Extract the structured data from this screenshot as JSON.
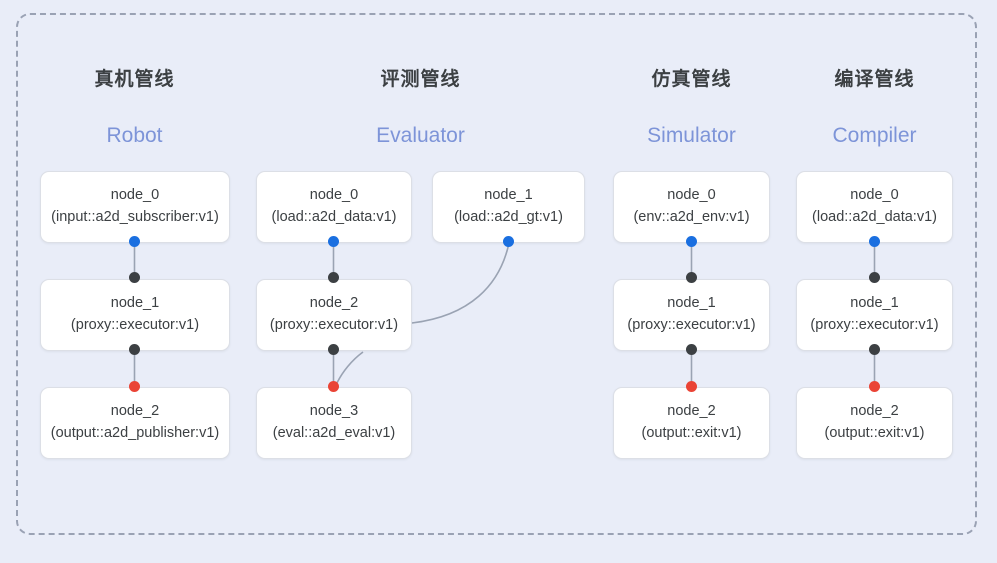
{
  "diagram": {
    "title_visible": false,
    "background_color": "#e9edf8",
    "frame_border_color": "#9aa2b4",
    "node_bg": "#ffffff",
    "node_border": "#dcdfe6",
    "dot_colors": {
      "output_port": "#1a6fe0",
      "input_port": "#3c4043",
      "terminal_port": "#ea4335"
    },
    "edge_color": "#8e97a8"
  },
  "columns": [
    {
      "id": "robot",
      "cn_label": "真机管线",
      "en_label": "Robot",
      "nodes": [
        {
          "name": "node_0",
          "type": "(input::a2d_subscriber:v1)"
        },
        {
          "name": "node_1",
          "type": "(proxy::executor:v1)"
        },
        {
          "name": "node_2",
          "type": "(output::a2d_publisher:v1)"
        }
      ]
    },
    {
      "id": "evaluator",
      "cn_label": "评测管线",
      "en_label": "Evaluator",
      "nodes": [
        {
          "name": "node_0",
          "type": "(load::a2d_data:v1)"
        },
        {
          "name": "node_1",
          "type": "(load::a2d_gt:v1)"
        },
        {
          "name": "node_2",
          "type": "(proxy::executor:v1)"
        },
        {
          "name": "node_3",
          "type": "(eval::a2d_eval:v1)"
        }
      ]
    },
    {
      "id": "simulator",
      "cn_label": "仿真管线",
      "en_label": "Simulator",
      "nodes": [
        {
          "name": "node_0",
          "type": "(env::a2d_env:v1)"
        },
        {
          "name": "node_1",
          "type": "(proxy::executor:v1)"
        },
        {
          "name": "node_2",
          "type": "(output::exit:v1)"
        }
      ]
    },
    {
      "id": "compiler",
      "cn_label": "编译管线",
      "en_label": "Compiler",
      "nodes": [
        {
          "name": "node_0",
          "type": "(load::a2d_data:v1)"
        },
        {
          "name": "node_1",
          "type": "(proxy::executor:v1)"
        },
        {
          "name": "node_2",
          "type": "(output::exit:v1)"
        }
      ]
    }
  ]
}
